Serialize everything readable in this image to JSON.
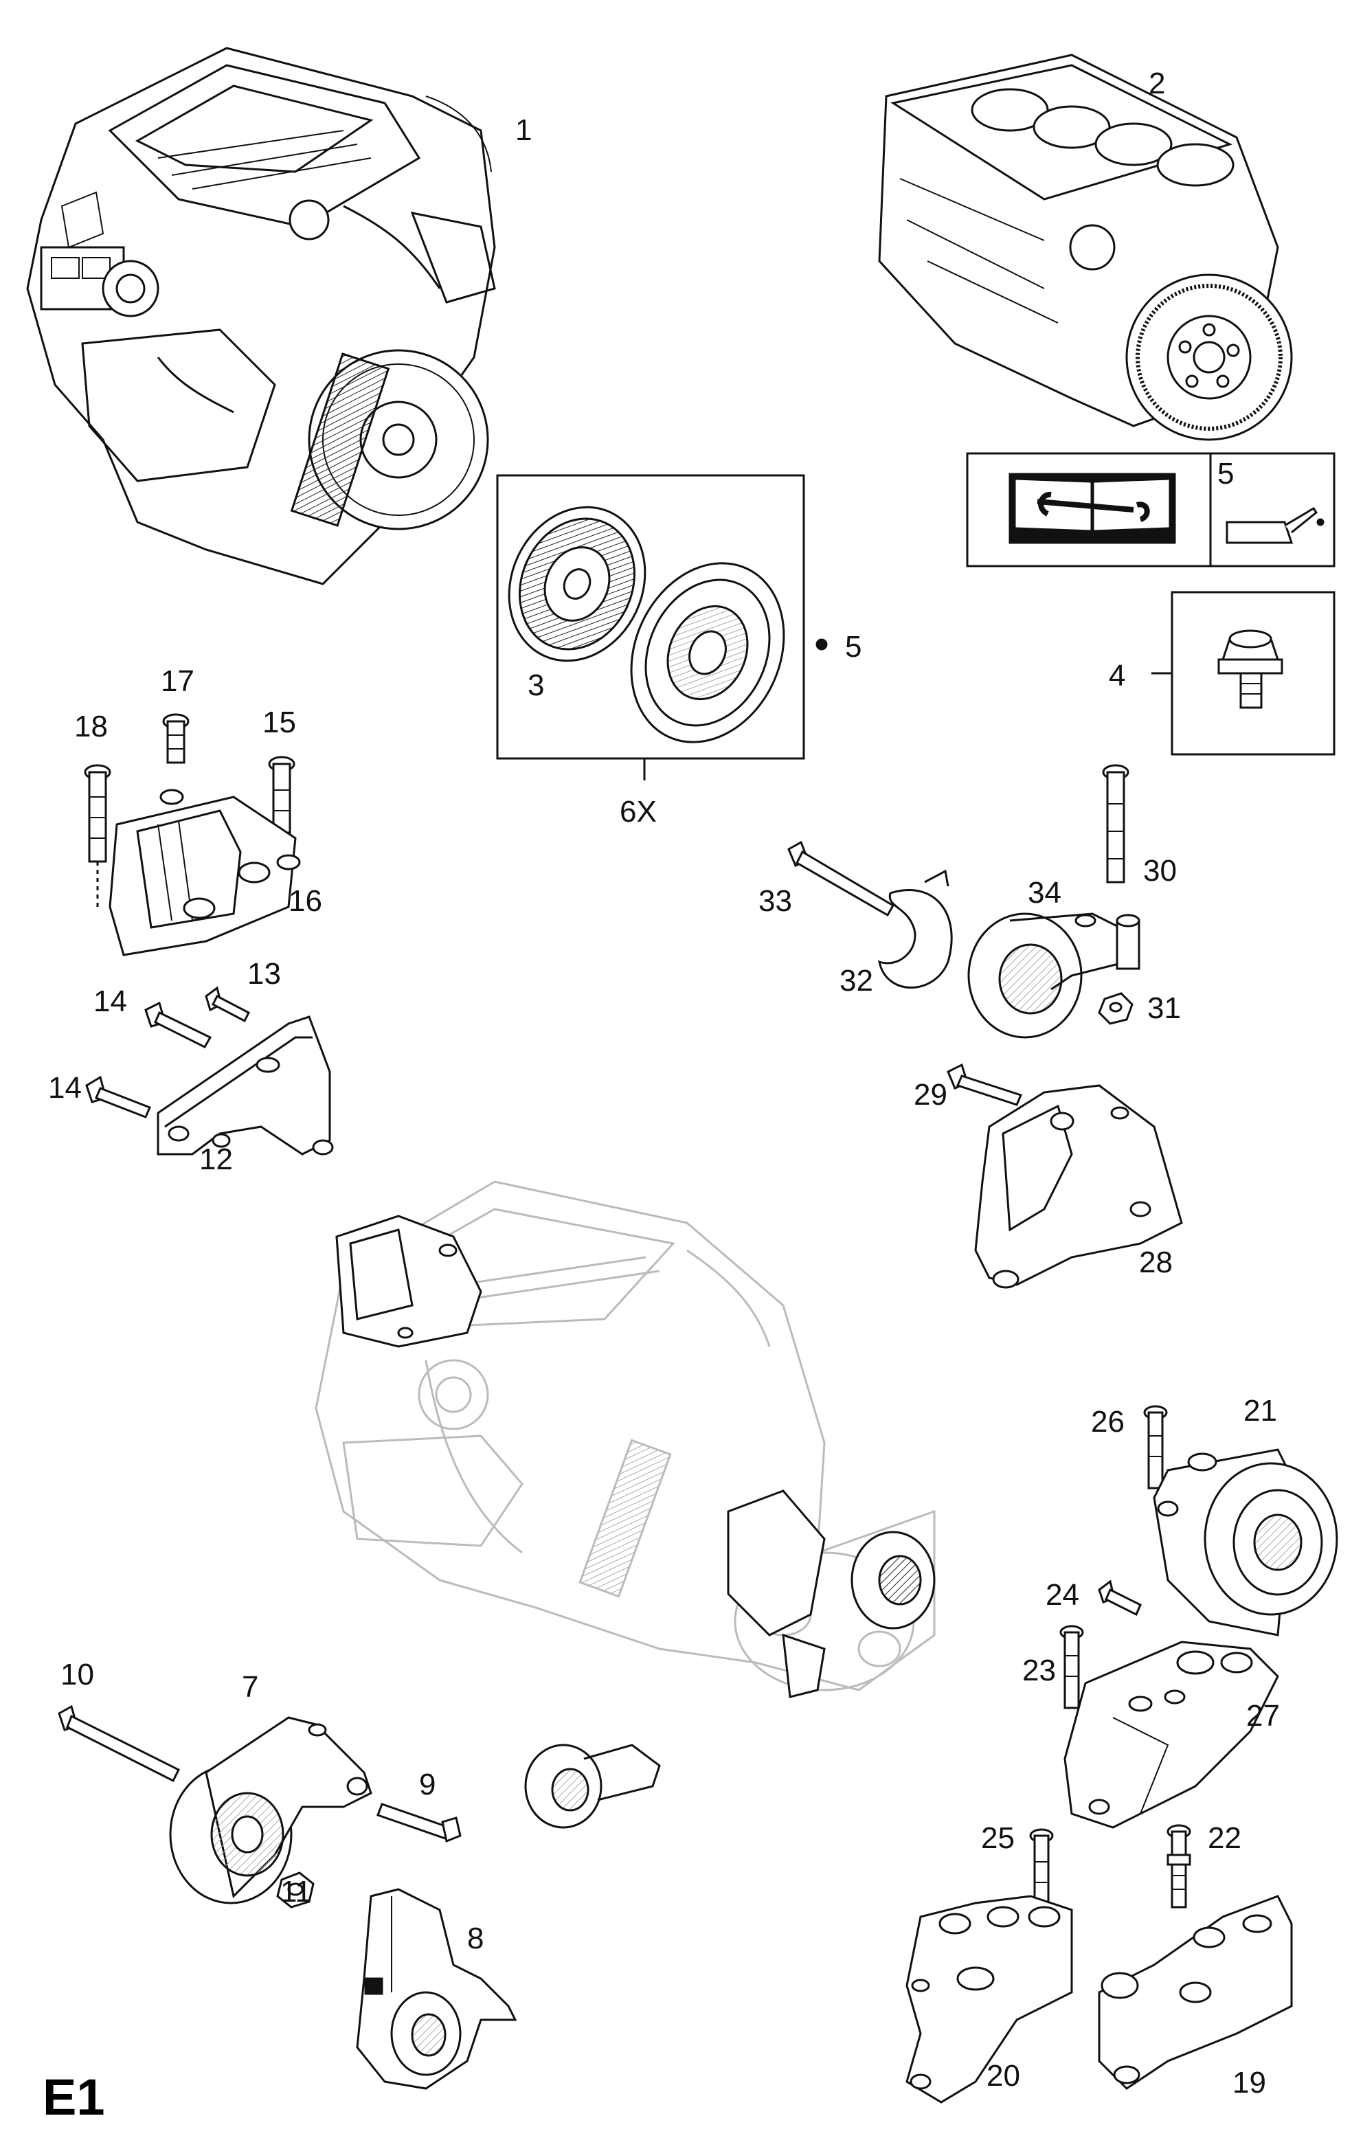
{
  "page_code": "E1",
  "callouts": [
    "1",
    "2",
    "3",
    "4",
    "5",
    "5",
    "6X",
    "7",
    "8",
    "9",
    "10",
    "11",
    "12",
    "13",
    "14",
    "14",
    "15",
    "16",
    "17",
    "18",
    "19",
    "20",
    "21",
    "22",
    "23",
    "24",
    "25",
    "26",
    "27",
    "28",
    "29",
    "30",
    "31",
    "32",
    "33",
    "34"
  ]
}
